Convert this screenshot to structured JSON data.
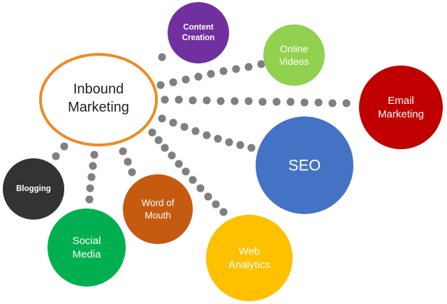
{
  "center": {
    "lines": [
      "Inbound",
      "Marketing"
    ],
    "color": "#ef8a24",
    "text_color": "#222222"
  },
  "nodes": [
    {
      "id": "content-creation",
      "lines": [
        "Content",
        "Creation"
      ],
      "color": "#7030a0"
    },
    {
      "id": "online-videos",
      "lines": [
        "Online",
        "Videos"
      ],
      "color": "#92d050"
    },
    {
      "id": "email-marketing",
      "lines": [
        "Email",
        "Marketing"
      ],
      "color": "#c00000"
    },
    {
      "id": "seo",
      "lines": [
        "SEO"
      ],
      "color": "#4472c4"
    },
    {
      "id": "web-analytics",
      "lines": [
        "Web",
        "Analytics"
      ],
      "color": "#ffc000"
    },
    {
      "id": "word-of-mouth",
      "lines": [
        "Word of",
        "Mouth"
      ],
      "color": "#c55a11"
    },
    {
      "id": "social-media",
      "lines": [
        "Social",
        "Media"
      ],
      "color": "#00b050"
    },
    {
      "id": "blogging",
      "lines": [
        "Blogging"
      ],
      "color": "#333333"
    }
  ],
  "connector_color": "#808080"
}
